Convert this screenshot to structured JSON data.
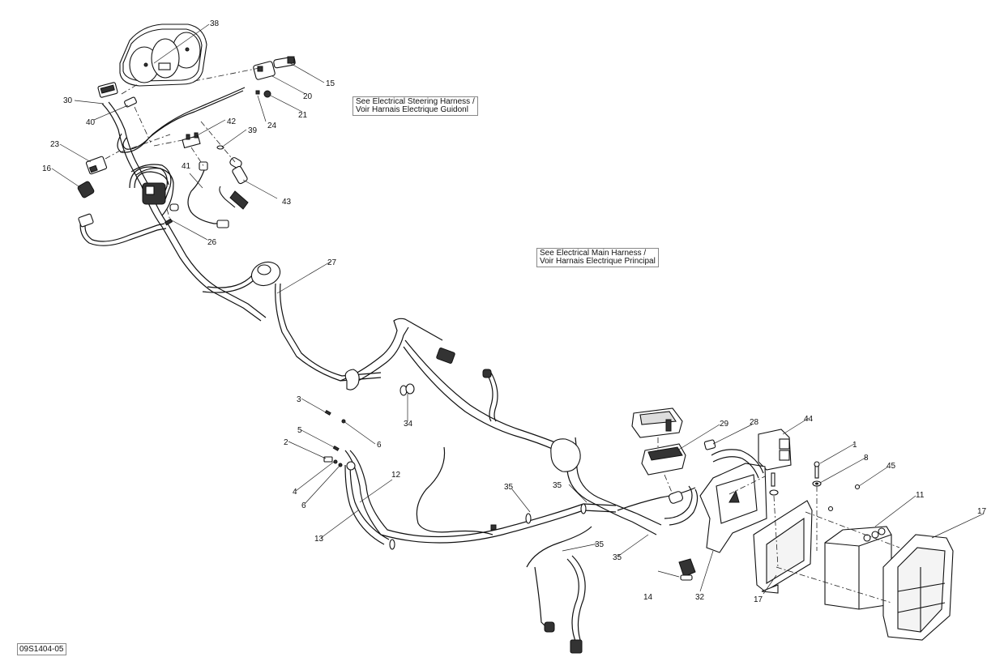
{
  "diagram": {
    "title": "Electrical harness exploded parts diagram",
    "drawing_id": "09S1404-05",
    "notes": [
      {
        "id": "steering",
        "line1": "See Electrical Steering Harness /",
        "line2": "Voir Harnais Electrique Guidonl"
      },
      {
        "id": "main",
        "line1": "See Electrical Main Harness /",
        "line2": "Voir Harnais Electrique Principal"
      }
    ],
    "callouts": [
      {
        "num": "38",
        "part": "gauge-cluster"
      },
      {
        "num": "15",
        "part": "switch-connector"
      },
      {
        "num": "20",
        "part": "switch"
      },
      {
        "num": "21",
        "part": "nut"
      },
      {
        "num": "24",
        "part": "small-fastener"
      },
      {
        "num": "30",
        "part": "harness-connector"
      },
      {
        "num": "40",
        "part": "clip"
      },
      {
        "num": "42",
        "part": "relay-bracket"
      },
      {
        "num": "39",
        "part": "washer"
      },
      {
        "num": "23",
        "part": "switch-module"
      },
      {
        "num": "16",
        "part": "connector"
      },
      {
        "num": "41",
        "part": "adapter-cable"
      },
      {
        "num": "43",
        "part": "tether-cord"
      },
      {
        "num": "26",
        "part": "screw"
      },
      {
        "num": "27",
        "part": "steering-harness"
      },
      {
        "num": "3",
        "part": "screw"
      },
      {
        "num": "6",
        "part": "nut"
      },
      {
        "num": "34",
        "part": "tie-clamp"
      },
      {
        "num": "5",
        "part": "lock-washer"
      },
      {
        "num": "2",
        "part": "bolt"
      },
      {
        "num": "4",
        "part": "washer"
      },
      {
        "num": "6",
        "part": "nut"
      },
      {
        "num": "12",
        "part": "positive-cable"
      },
      {
        "num": "13",
        "part": "negative-cable"
      },
      {
        "num": "35",
        "part": "cable-tie"
      },
      {
        "num": "35",
        "part": "cable-tie"
      },
      {
        "num": "35",
        "part": "cable-tie"
      },
      {
        "num": "35",
        "part": "cable-tie"
      },
      {
        "num": "29",
        "part": "fuse-box"
      },
      {
        "num": "28",
        "part": "connector-cap"
      },
      {
        "num": "44",
        "part": "control-module"
      },
      {
        "num": "1",
        "part": "bolt"
      },
      {
        "num": "8",
        "part": "washer"
      },
      {
        "num": "45",
        "part": "nut"
      },
      {
        "num": "11",
        "part": "battery"
      },
      {
        "num": "17",
        "part": "battery-support"
      },
      {
        "num": "17",
        "part": "battery-support"
      },
      {
        "num": "14",
        "part": "relay"
      },
      {
        "num": "32",
        "part": "support-bracket"
      }
    ]
  }
}
